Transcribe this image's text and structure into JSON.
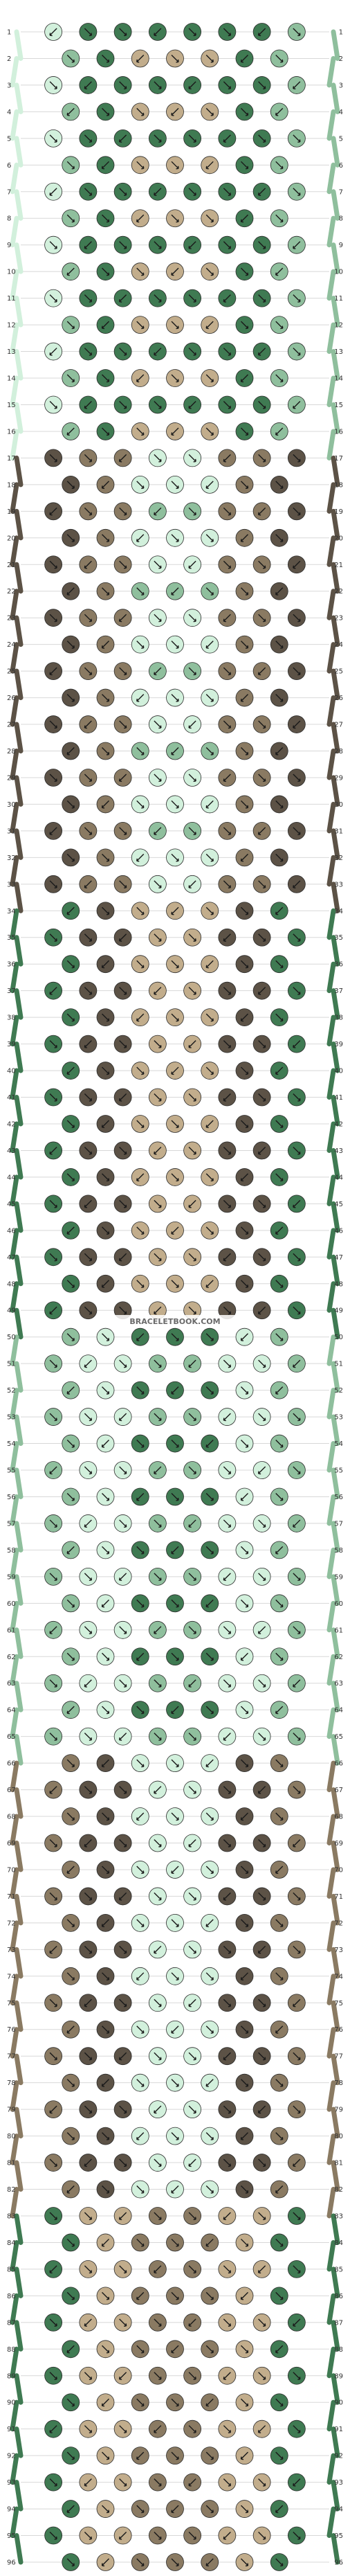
{
  "site": {
    "watermark": "BRACELETBOOK.COM"
  },
  "pattern": {
    "rows": 96,
    "strings": 16,
    "colors": {
      "A": "#3f7a52",
      "B": "#8fbf9d",
      "C": "#d2f0dc",
      "D": "#5c5246",
      "E": "#c2ad8c",
      "F": "#8a7a62"
    },
    "row_labels": [
      "1",
      "2",
      "3",
      "4",
      "5",
      "6",
      "7",
      "8",
      "9",
      "10",
      "11",
      "12",
      "13",
      "14",
      "15",
      "16",
      "17",
      "18",
      "19",
      "20",
      "21",
      "22",
      "23",
      "24",
      "25",
      "26",
      "27",
      "28",
      "29",
      "30",
      "31",
      "32",
      "33",
      "34",
      "35",
      "36",
      "37",
      "38",
      "39",
      "40",
      "41",
      "42",
      "43",
      "44",
      "45",
      "46",
      "47",
      "48",
      "49",
      "50",
      "51",
      "52",
      "53",
      "54",
      "55",
      "56",
      "57",
      "58",
      "59",
      "60",
      "61",
      "62",
      "63",
      "64",
      "65",
      "66",
      "67",
      "68",
      "69",
      "70",
      "71",
      "72",
      "73",
      "74",
      "75",
      "76",
      "77",
      "78",
      "79",
      "80",
      "81",
      "82",
      "83",
      "84",
      "85",
      "86",
      "87",
      "88",
      "89",
      "90",
      "91",
      "92",
      "93",
      "94",
      "95",
      "96"
    ]
  }
}
